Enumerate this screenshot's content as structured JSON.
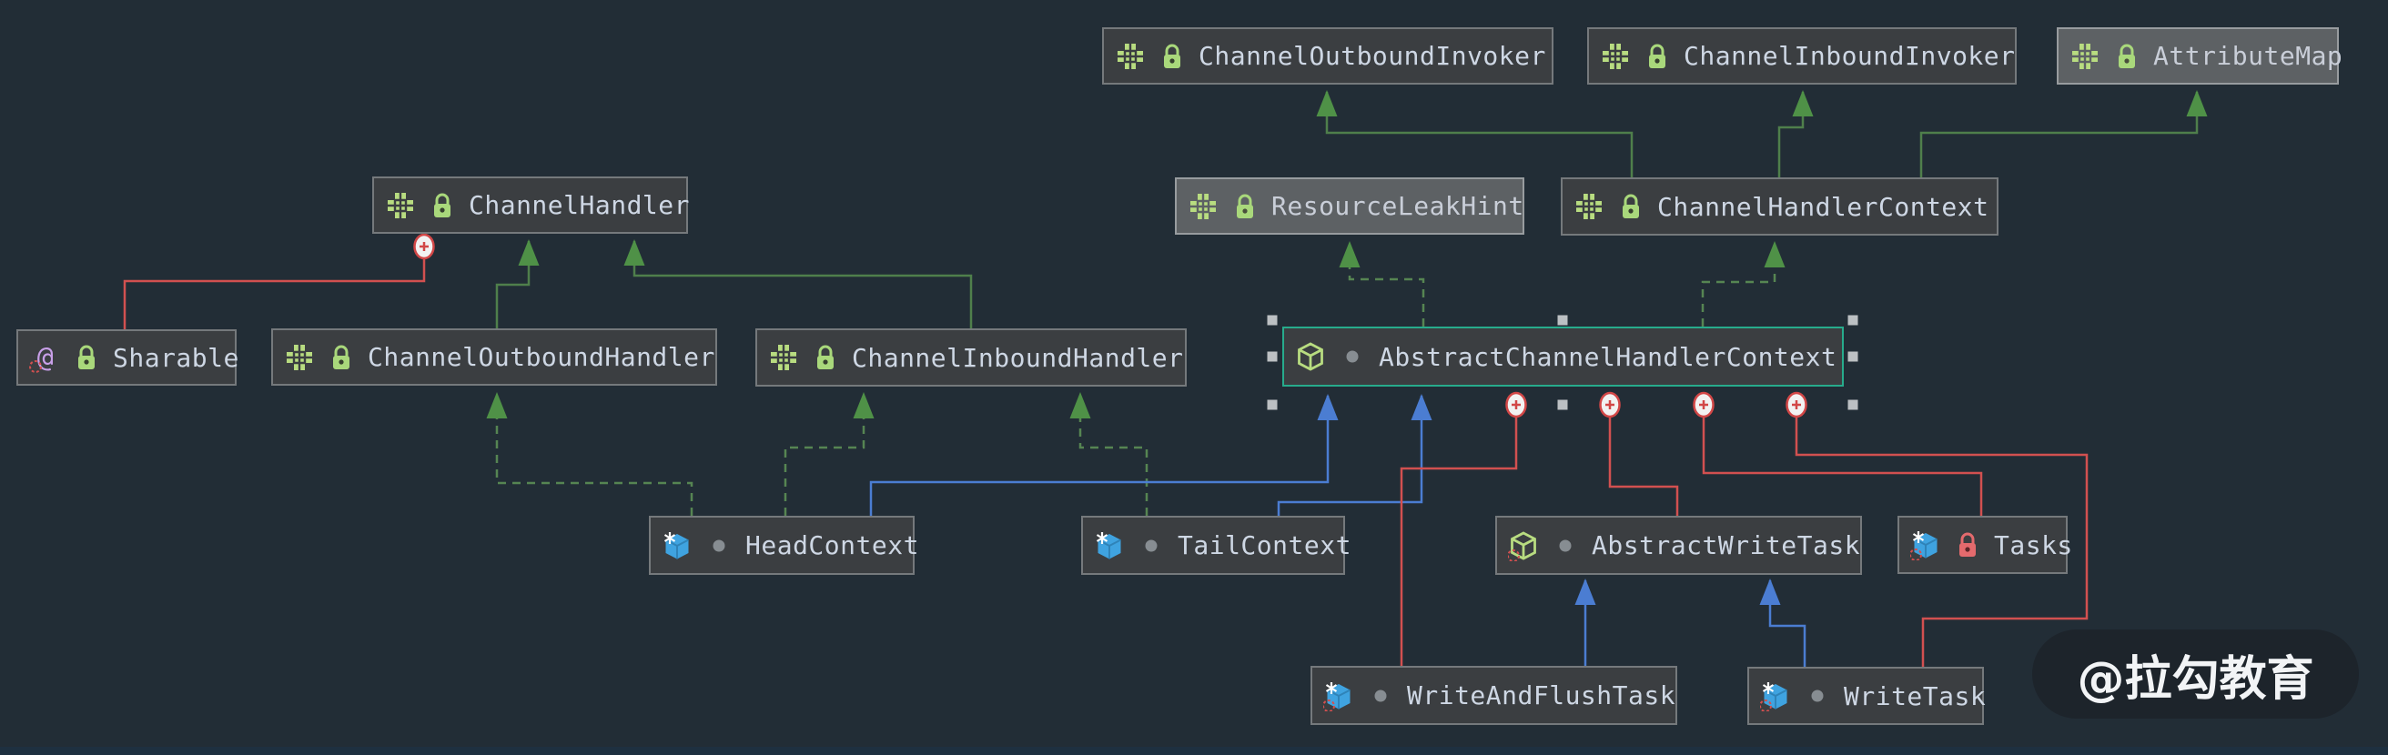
{
  "diagram": {
    "type": "uml-class-diagram",
    "subject": "Netty ChannelHandler / ChannelHandlerContext hierarchy",
    "watermark": "@拉勾教育",
    "colors": {
      "canvas_bg": "#222d36",
      "node_bg": "#3b3e41",
      "node_border": "#75797c",
      "external_node_bg": "#5d6164",
      "selection_teal": "#27ab8c",
      "extends_green": "#4f7f4b",
      "implements_green_dashed": "#568552",
      "arrow_green": "#4f9147",
      "extends_blue": "#4b7dd2",
      "inner_class_red": "#d25050",
      "interface_icon_lime": "#b8dc80",
      "class_icon_blue": "#3fa3e0",
      "annotation_icon_purple": "#c89fe8"
    },
    "nodes": [
      {
        "label": "ChannelOutboundInvoker",
        "stereotype": "interface",
        "visibility": "green-lock",
        "external": false,
        "selected": false
      },
      {
        "label": "ChannelInboundInvoker",
        "stereotype": "interface",
        "visibility": "green-lock",
        "external": false,
        "selected": false
      },
      {
        "label": "AttributeMap",
        "stereotype": "interface",
        "visibility": "green-lock",
        "external": true,
        "selected": false
      },
      {
        "label": "ChannelHandler",
        "stereotype": "interface",
        "visibility": "green-lock",
        "external": false,
        "selected": false
      },
      {
        "label": "ResourceLeakHint",
        "stereotype": "interface",
        "visibility": "green-lock",
        "external": true,
        "selected": false
      },
      {
        "label": "ChannelHandlerContext",
        "stereotype": "interface",
        "visibility": "green-lock",
        "external": false,
        "selected": false
      },
      {
        "label": "Sharable",
        "stereotype": "annotation",
        "visibility": "green-lock",
        "external": false,
        "selected": false
      },
      {
        "label": "ChannelOutboundHandler",
        "stereotype": "interface",
        "visibility": "green-lock",
        "external": false,
        "selected": false
      },
      {
        "label": "ChannelInboundHandler",
        "stereotype": "interface",
        "visibility": "green-lock",
        "external": false,
        "selected": false
      },
      {
        "label": "AbstractChannelHandlerContext",
        "stereotype": "abstract-class",
        "visibility": "package-dot",
        "external": false,
        "selected": true
      },
      {
        "label": "HeadContext",
        "stereotype": "final-class",
        "visibility": "package-dot",
        "external": false,
        "selected": false
      },
      {
        "label": "TailContext",
        "stereotype": "final-class",
        "visibility": "package-dot",
        "external": false,
        "selected": false
      },
      {
        "label": "AbstractWriteTask",
        "stereotype": "abstract-class",
        "visibility": "package-dot",
        "external": false,
        "selected": false
      },
      {
        "label": "Tasks",
        "stereotype": "final-class",
        "visibility": "red-lock",
        "external": false,
        "selected": false
      },
      {
        "label": "WriteAndFlushTask",
        "stereotype": "final-class",
        "visibility": "package-dot",
        "external": false,
        "selected": false
      },
      {
        "label": "WriteTask",
        "stereotype": "final-class",
        "visibility": "package-dot",
        "external": false,
        "selected": false
      }
    ],
    "edges": [
      {
        "from": "ChannelHandlerContext",
        "to": "ChannelOutboundInvoker",
        "type": "extends-interface"
      },
      {
        "from": "ChannelHandlerContext",
        "to": "ChannelInboundInvoker",
        "type": "extends-interface"
      },
      {
        "from": "ChannelHandlerContext",
        "to": "AttributeMap",
        "type": "extends-interface"
      },
      {
        "from": "ChannelOutboundHandler",
        "to": "ChannelHandler",
        "type": "extends-interface"
      },
      {
        "from": "ChannelInboundHandler",
        "to": "ChannelHandler",
        "type": "extends-interface"
      },
      {
        "from": "ChannelHandler",
        "to": "Sharable",
        "type": "inner-class"
      },
      {
        "from": "AbstractChannelHandlerContext",
        "to": "ResourceLeakHint",
        "type": "implements"
      },
      {
        "from": "AbstractChannelHandlerContext",
        "to": "ChannelHandlerContext",
        "type": "implements"
      },
      {
        "from": "HeadContext",
        "to": "ChannelOutboundHandler",
        "type": "implements"
      },
      {
        "from": "HeadContext",
        "to": "ChannelInboundHandler",
        "type": "implements"
      },
      {
        "from": "TailContext",
        "to": "ChannelInboundHandler",
        "type": "implements"
      },
      {
        "from": "HeadContext",
        "to": "AbstractChannelHandlerContext",
        "type": "extends"
      },
      {
        "from": "TailContext",
        "to": "AbstractChannelHandlerContext",
        "type": "extends"
      },
      {
        "from": "AbstractChannelHandlerContext",
        "to": "WriteAndFlushTask",
        "type": "inner-class"
      },
      {
        "from": "AbstractChannelHandlerContext",
        "to": "AbstractWriteTask",
        "type": "inner-class"
      },
      {
        "from": "AbstractChannelHandlerContext",
        "to": "Tasks",
        "type": "inner-class"
      },
      {
        "from": "AbstractChannelHandlerContext",
        "to": "WriteTask",
        "type": "inner-class"
      },
      {
        "from": "WriteAndFlushTask",
        "to": "AbstractWriteTask",
        "type": "extends"
      },
      {
        "from": "WriteTask",
        "to": "AbstractWriteTask",
        "type": "extends"
      }
    ]
  }
}
